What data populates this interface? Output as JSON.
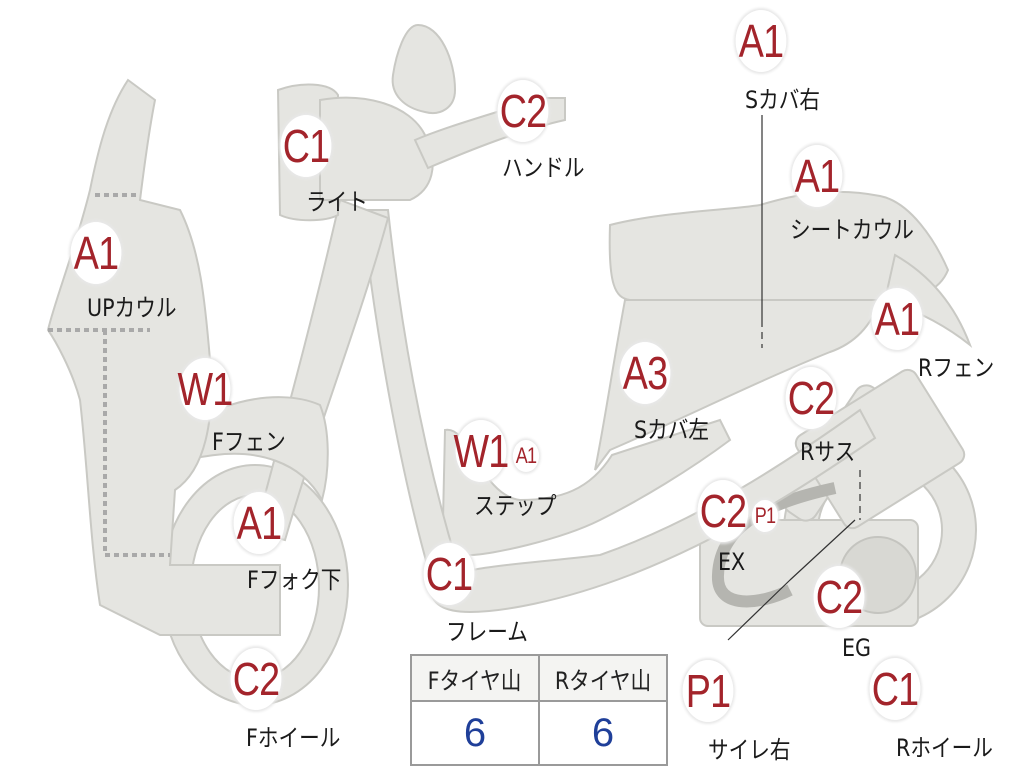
{
  "colors": {
    "part_fill": "#e5e5e1",
    "part_stroke": "#c9c9c4",
    "code_text": "#a3242b",
    "value_text": "#1f3f99"
  },
  "parts": [
    {
      "id": "s-cover-right",
      "code": "A1",
      "label": "Sカバ右"
    },
    {
      "id": "handle",
      "code": "C2",
      "label": "ハンドル"
    },
    {
      "id": "light",
      "code": "C1",
      "label": "ライト"
    },
    {
      "id": "seat-cowl",
      "code": "A1",
      "label": "シートカウル"
    },
    {
      "id": "up-cowl",
      "code": "A1",
      "label": "UPカウル"
    },
    {
      "id": "rear-fender",
      "code": "A1",
      "label": "Rフェン"
    },
    {
      "id": "front-fender",
      "code": "W1",
      "label": "Fフェン"
    },
    {
      "id": "s-cover-left",
      "code": "A3",
      "label": "Sカバ左"
    },
    {
      "id": "rear-suspension",
      "code": "C2",
      "label": "Rサス"
    },
    {
      "id": "step",
      "code": "W1",
      "code2": "A1",
      "label": "ステップ"
    },
    {
      "id": "front-fork-lower",
      "code": "A1",
      "label": "Fフォク下"
    },
    {
      "id": "exhaust",
      "code": "C2",
      "code2": "P1",
      "label": "EX"
    },
    {
      "id": "frame",
      "code": "C1",
      "label": "フレーム"
    },
    {
      "id": "engine",
      "code": "C2",
      "label": "EG"
    },
    {
      "id": "front-wheel",
      "code": "C2",
      "label": "Fホイール"
    },
    {
      "id": "silencer-right",
      "code": "P1",
      "label": "サイレ右"
    },
    {
      "id": "rear-wheel",
      "code": "C1",
      "label": "Rホイール"
    }
  ],
  "tire_table": {
    "headers": [
      "Fタイヤ山",
      "Rタイヤ山"
    ],
    "values": [
      "6",
      "6"
    ]
  }
}
